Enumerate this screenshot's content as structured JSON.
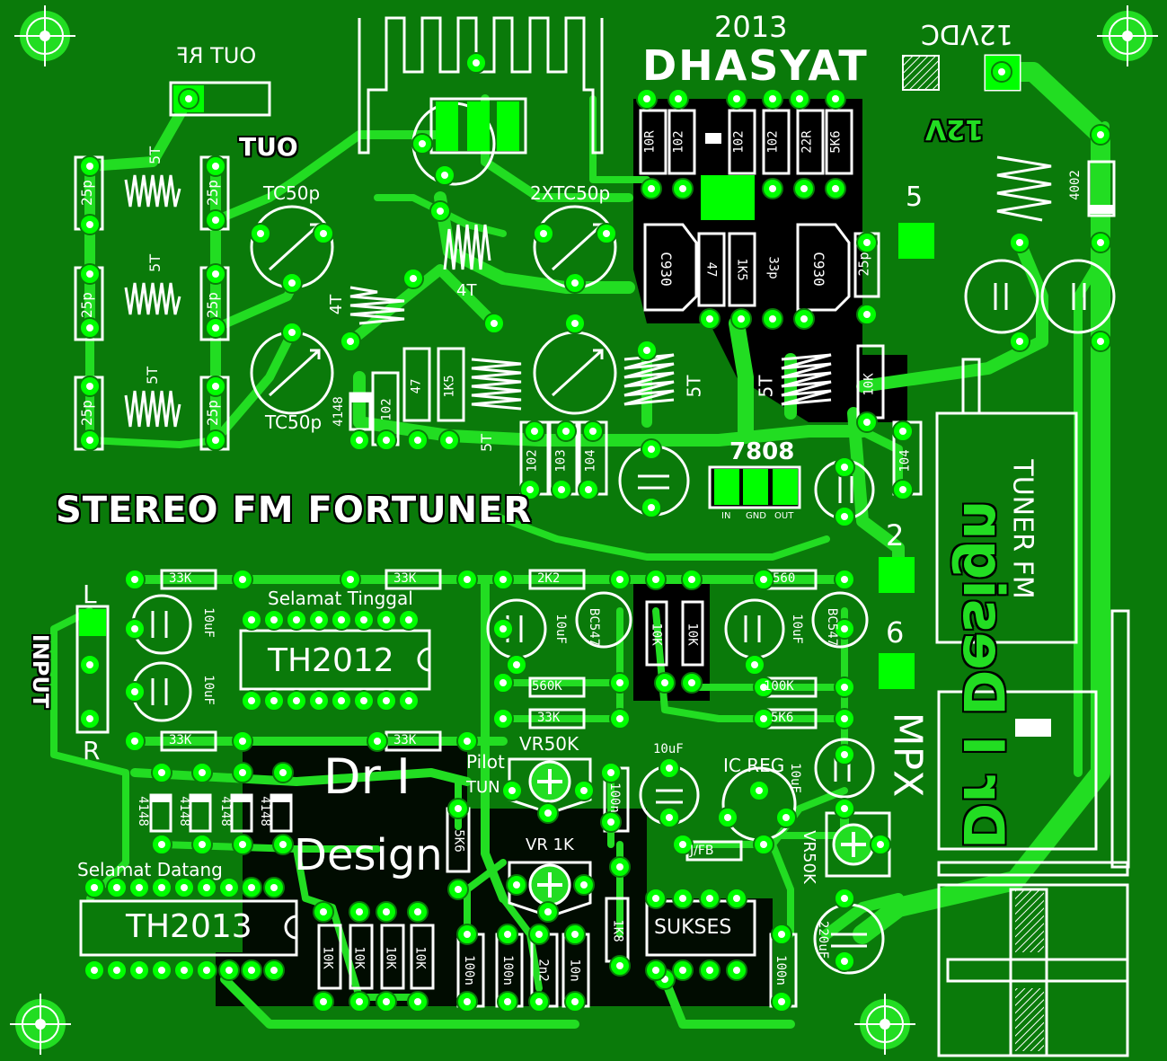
{
  "title": "STEREO FM FORTUNER",
  "brand": "DHASYAT",
  "year": "2013",
  "designer": {
    "line1": "Dr I",
    "line2": "Design",
    "mirror_big": "Dr I Design"
  },
  "power": {
    "vdc": "12VDC",
    "v12": "12V"
  },
  "sections": {
    "out_rf": "OUT RF",
    "out": "OUT",
    "input": "INPUT",
    "left": "L",
    "right": "R",
    "mpx": "MPX",
    "tuner": "TUNER FM",
    "pilot": "Pilot",
    "tun": "TUN",
    "ic_reg": "IC REG",
    "vr50k_a": "VR50K",
    "vr50k_b": "VR50K",
    "vr1k": "VR 1K",
    "sukses": "SUKSES",
    "jfb": "J/FB",
    "selamat_tinggal": "Selamat Tinggal",
    "selamat_datang": "Selamat Datang",
    "ic1": "TH2012",
    "ic2": "TH2013",
    "reg": "7808",
    "reg_pins": [
      "IN",
      "GND",
      "OUT"
    ],
    "pads": {
      "p5": "5",
      "p2": "2",
      "p6": "6"
    },
    "trimmers": {
      "tc1": "TC50p",
      "tc2": "2XTC50p",
      "tc3": "TC50p"
    },
    "coils": {
      "c5t_a": "5T",
      "c5t_b": "5T",
      "c5t_c": "5T",
      "c4t_a": "4T",
      "c4t_b": "4T",
      "c5t_d": "5T",
      "c5t_e": "5T",
      "c5t_f": "5T"
    }
  },
  "parts": {
    "caps25p": [
      "25p",
      "25p",
      "25p",
      "25p",
      "25p",
      "25p",
      "25p"
    ],
    "top_res": [
      "10R",
      "102",
      "102",
      "102",
      "22R",
      "5K6"
    ],
    "mid": [
      "C930",
      "47",
      "1K5",
      "33p",
      "C930",
      "25p"
    ],
    "left_mid": [
      "102",
      "47",
      "1K5"
    ],
    "diode_4148": "4148",
    "diode_4002": "4002",
    "caps_row": [
      "102",
      "103",
      "104",
      "104"
    ],
    "res_10k": "10K",
    "audio_res": [
      "33K",
      "33K",
      "2K2",
      "560",
      "33K",
      "33K",
      "560K",
      "33K",
      "100K",
      "5K6"
    ],
    "elco": [
      "10uF",
      "10uF",
      "10uF",
      "10uF",
      "10uF",
      "10uF",
      "220uF"
    ],
    "bc547": "BC547",
    "vert_res": [
      "10K",
      "10K"
    ],
    "bottom_res": [
      "10K",
      "10K",
      "10K",
      "10K"
    ],
    "bottom_caps": [
      "100n",
      "100n",
      "2n2",
      "10n",
      "100n",
      "100n"
    ],
    "r5k6": "5K6",
    "r1k8": "1K8",
    "diodes_4148": [
      "4148",
      "4148",
      "4148",
      "4148"
    ]
  },
  "colors": {
    "board": "#0a7a0a",
    "copper": "#22dd22",
    "pad": "#00ff00",
    "silk": "#ffffff",
    "mask": "#000000"
  }
}
